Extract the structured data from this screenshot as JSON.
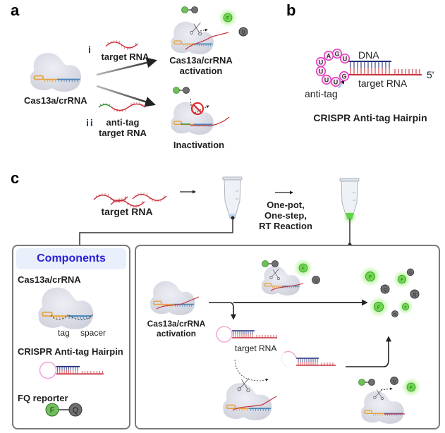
{
  "panels": {
    "a": {
      "letter": "a",
      "complex_label": "Cas13a/crRNA",
      "path_i": {
        "numeral": "i",
        "input_label": "target RNA",
        "result_label_line1": "Cas13a/crRNA",
        "result_label_line2": "activation"
      },
      "path_ii": {
        "numeral": "ii",
        "input_label_line1": "anti-tag",
        "input_label_line2": "target RNA",
        "result_label": "Inactivation"
      }
    },
    "b": {
      "letter": "b",
      "loop_bases": [
        "U",
        "A",
        "G",
        "U",
        "U",
        "U",
        "U",
        "U",
        "G"
      ],
      "dna_label": "DNA",
      "rna_label": "target RNA",
      "five_prime_label": "5'",
      "anti_tag_label": "anti-tag",
      "title": "CRISPR Anti-tag Hairpin"
    },
    "c": {
      "letter": "c",
      "input_label": "target RNA",
      "reaction_line1": "One-pot,",
      "reaction_line2": "One-step,",
      "reaction_line3": "RT Reaction",
      "components": {
        "header": "Components",
        "item1_title": "Cas13a/crRNA",
        "tag_label": "tag",
        "spacer_label": "spacer",
        "item2_title": "CRISPR Anti-tag Hairpin",
        "item3_title": "FQ reporter",
        "fluor_letter": "F",
        "quencher_letter": "Q"
      },
      "workflow": {
        "activation_line1": "Cas13a/crRNA",
        "activation_line2": "activation",
        "hairpin_rna_label": "target RNA"
      }
    }
  },
  "colors": {
    "protein": "#dcdde6",
    "crRNA_repeat": "#e8a23a",
    "crRNA_spacer": "#4a86b8",
    "target_rna": "#c8323c",
    "anti_tag": "#3a8a3a",
    "dna": "#25307a",
    "loop": "#e040c0",
    "fluor": "#6fbf5a",
    "fluor_glow": "#8de06a",
    "quencher": "#707070",
    "header_text": "#2a1fd9"
  }
}
